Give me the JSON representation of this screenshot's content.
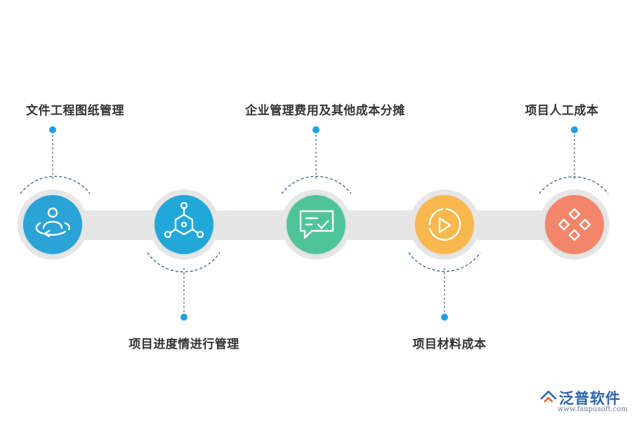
{
  "steps": [
    {
      "label": "文件工程图纸管理",
      "color": "#2aa3d6",
      "icon": "person-orbit-icon"
    },
    {
      "label": "项目进度情进行管理",
      "color": "#21a8d8",
      "icon": "network-hexagon-icon"
    },
    {
      "label": "企业管理费用及其他成本分摊",
      "color": "#4fc49a",
      "icon": "chat-check-icon"
    },
    {
      "label": "项目材料成本",
      "color": "#f9b84e",
      "icon": "pie-play-icon"
    },
    {
      "label": "项目人工成本",
      "color": "#f2856b",
      "icon": "diamonds-icon"
    }
  ],
  "colors": {
    "track": "#e6e6e6",
    "dash": "#3a5a86",
    "dot": "#1ea0e6",
    "text": "#333333"
  },
  "logo": {
    "brand": "泛普软件",
    "url": "www.fanpusoft.com"
  }
}
